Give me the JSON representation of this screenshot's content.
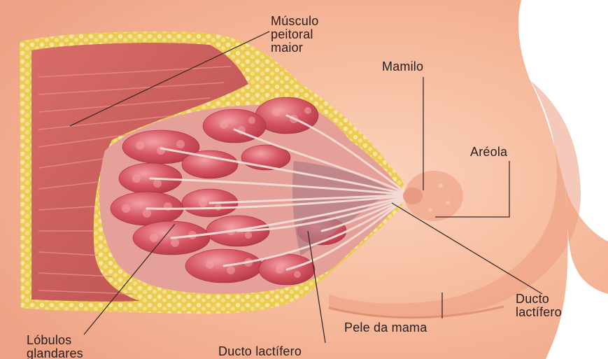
{
  "colors": {
    "skin": "#f5b596",
    "skin_light": "#fbd2bb",
    "fat": "#e9c74a",
    "fat_light": "#f6e39a",
    "muscle": "#c95d5a",
    "muscle_line": "#e79490",
    "lobule": "#cf4652",
    "lobule_light": "#ee8d93",
    "duct": "#f3d9d4",
    "leader": "#3a2a28"
  },
  "labels": {
    "musculo": "Músculo\npeitoral\nmaior",
    "mamilo": "Mamilo",
    "areola": "Aréola",
    "ducto_direita": "Ducto\nlactífero",
    "pele": "Pele da mama",
    "lobulos": "Lóbulos\nglandares",
    "ducto_inferior": "Ducto lactífero"
  }
}
